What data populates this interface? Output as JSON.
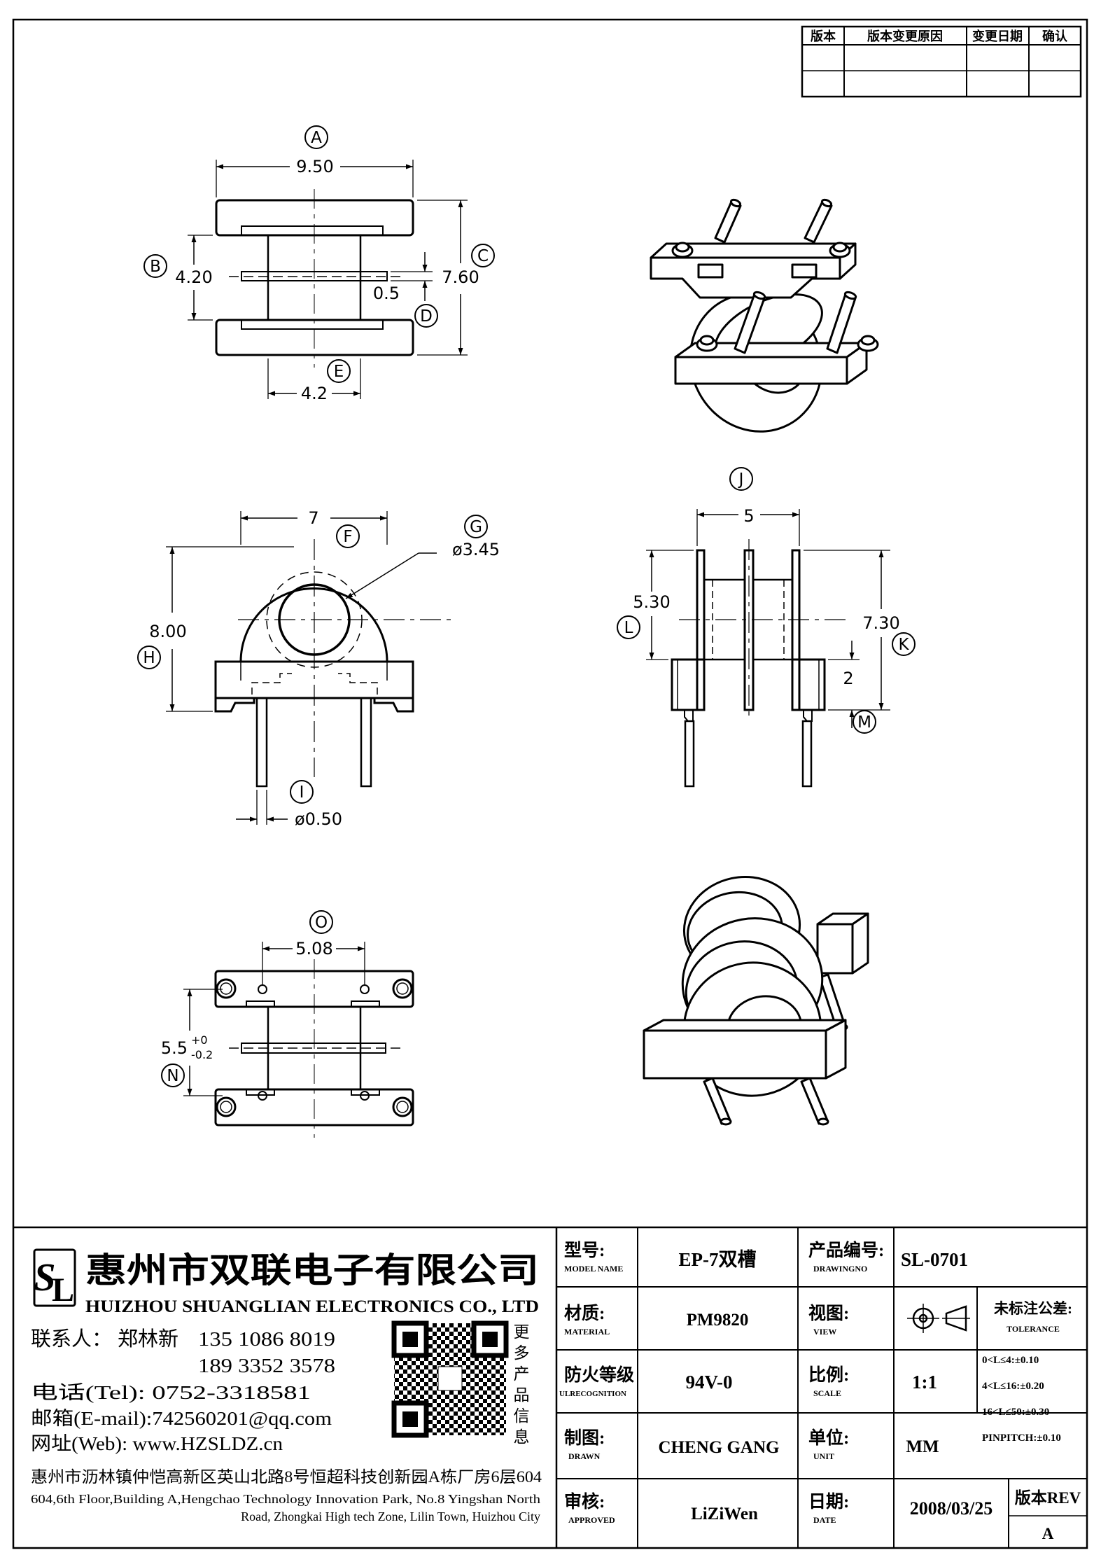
{
  "revision_table": {
    "headers": [
      "版本",
      "版本变更原因",
      "变更日期",
      "确认"
    ]
  },
  "dimensions": {
    "A": {
      "label": "A",
      "value": "9.50"
    },
    "B": {
      "label": "B",
      "value": "4.20"
    },
    "C": {
      "label": "C",
      "value": "7.60"
    },
    "D": {
      "label": "D",
      "value": "0.5"
    },
    "E": {
      "label": "E",
      "value": "4.2"
    },
    "F": {
      "label": "F",
      "value": "7"
    },
    "G": {
      "label": "G",
      "value": "ø3.45"
    },
    "H": {
      "label": "H",
      "value": "8.00"
    },
    "I": {
      "label": "I",
      "value": "ø0.50"
    },
    "J": {
      "label": "J",
      "value": "5"
    },
    "K": {
      "label": "K",
      "value": "7.30"
    },
    "L": {
      "label": "L",
      "value": "5.30"
    },
    "M": {
      "label": "M",
      "value": "2"
    },
    "N": {
      "label": "N",
      "value": "5.5",
      "tol_upper": "+0",
      "tol_lower": "-0.2"
    },
    "O": {
      "label": "O",
      "value": "5.08"
    }
  },
  "company": {
    "name_cn": "惠州市双联电子有限公司",
    "name_en": "HUIZHOU SHUANGLIAN ELECTRONICS CO., LTD",
    "contact_label": "联系人：",
    "contact_name": "郑林新",
    "phone1": "135 1086 8019",
    "phone2": "189 3352 3578",
    "tel_line": "电话(Tel): 0752-3318581",
    "email_line": "邮箱(E-mail):742560201@qq.com",
    "web_line": "网址(Web): www.HZSLDZ.cn",
    "qr_caption": [
      "更",
      "多",
      "产",
      "品",
      "信",
      "息"
    ],
    "address_cn": "惠州市沥林镇仲恺高新区英山北路8号恒超科技创新园A栋厂房6层604",
    "address_en_1": "604,6th Floor,Building A,Hengchao Technology Innovation Park, No.8 Yingshan North",
    "address_en_2": "Road, Zhongkai High tech Zone, Lilin Town, Huizhou City"
  },
  "title_block": {
    "model_label_cn": "型号:",
    "model_label_en": "MODEL NAME",
    "model_value": "EP-7双槽",
    "drawing_label_cn": "产品编号:",
    "drawing_label_en": "DRAWINGNO",
    "drawing_value": "SL-0701",
    "material_label_cn": "材质:",
    "material_label_en": "MATERIAL",
    "material_value": "PM9820",
    "view_label_cn": "视图:",
    "view_label_en": "VIEW",
    "tolerance_label_cn": "未标注公差:",
    "tolerance_label_en": "TOLERANCE",
    "tolerance_lines": [
      "0<L≤4:±0.10",
      "4<L≤16:±0.20",
      "16<L≤50:±0.30",
      "PINPITCH:±0.10"
    ],
    "fire_label_cn": "防火等级",
    "fire_label_en": "ULRECOGNITION",
    "fire_value": "94V-0",
    "scale_label_cn": "比例:",
    "scale_label_en": "SCALE",
    "scale_value": "1:1",
    "drawn_label_cn": "制图:",
    "drawn_label_en": "DRAWN",
    "drawn_value": "CHENG GANG",
    "unit_label_cn": "单位:",
    "unit_label_en": "UNIT",
    "unit_value": "MM",
    "approved_label_cn": "审核:",
    "approved_label_en": "APPROVED",
    "approved_value": "LiZiWen",
    "date_label_cn": "日期:",
    "date_label_en": "DATE",
    "date_value": "2008/03/25",
    "rev_label": "版本REV",
    "rev_value": "A"
  }
}
